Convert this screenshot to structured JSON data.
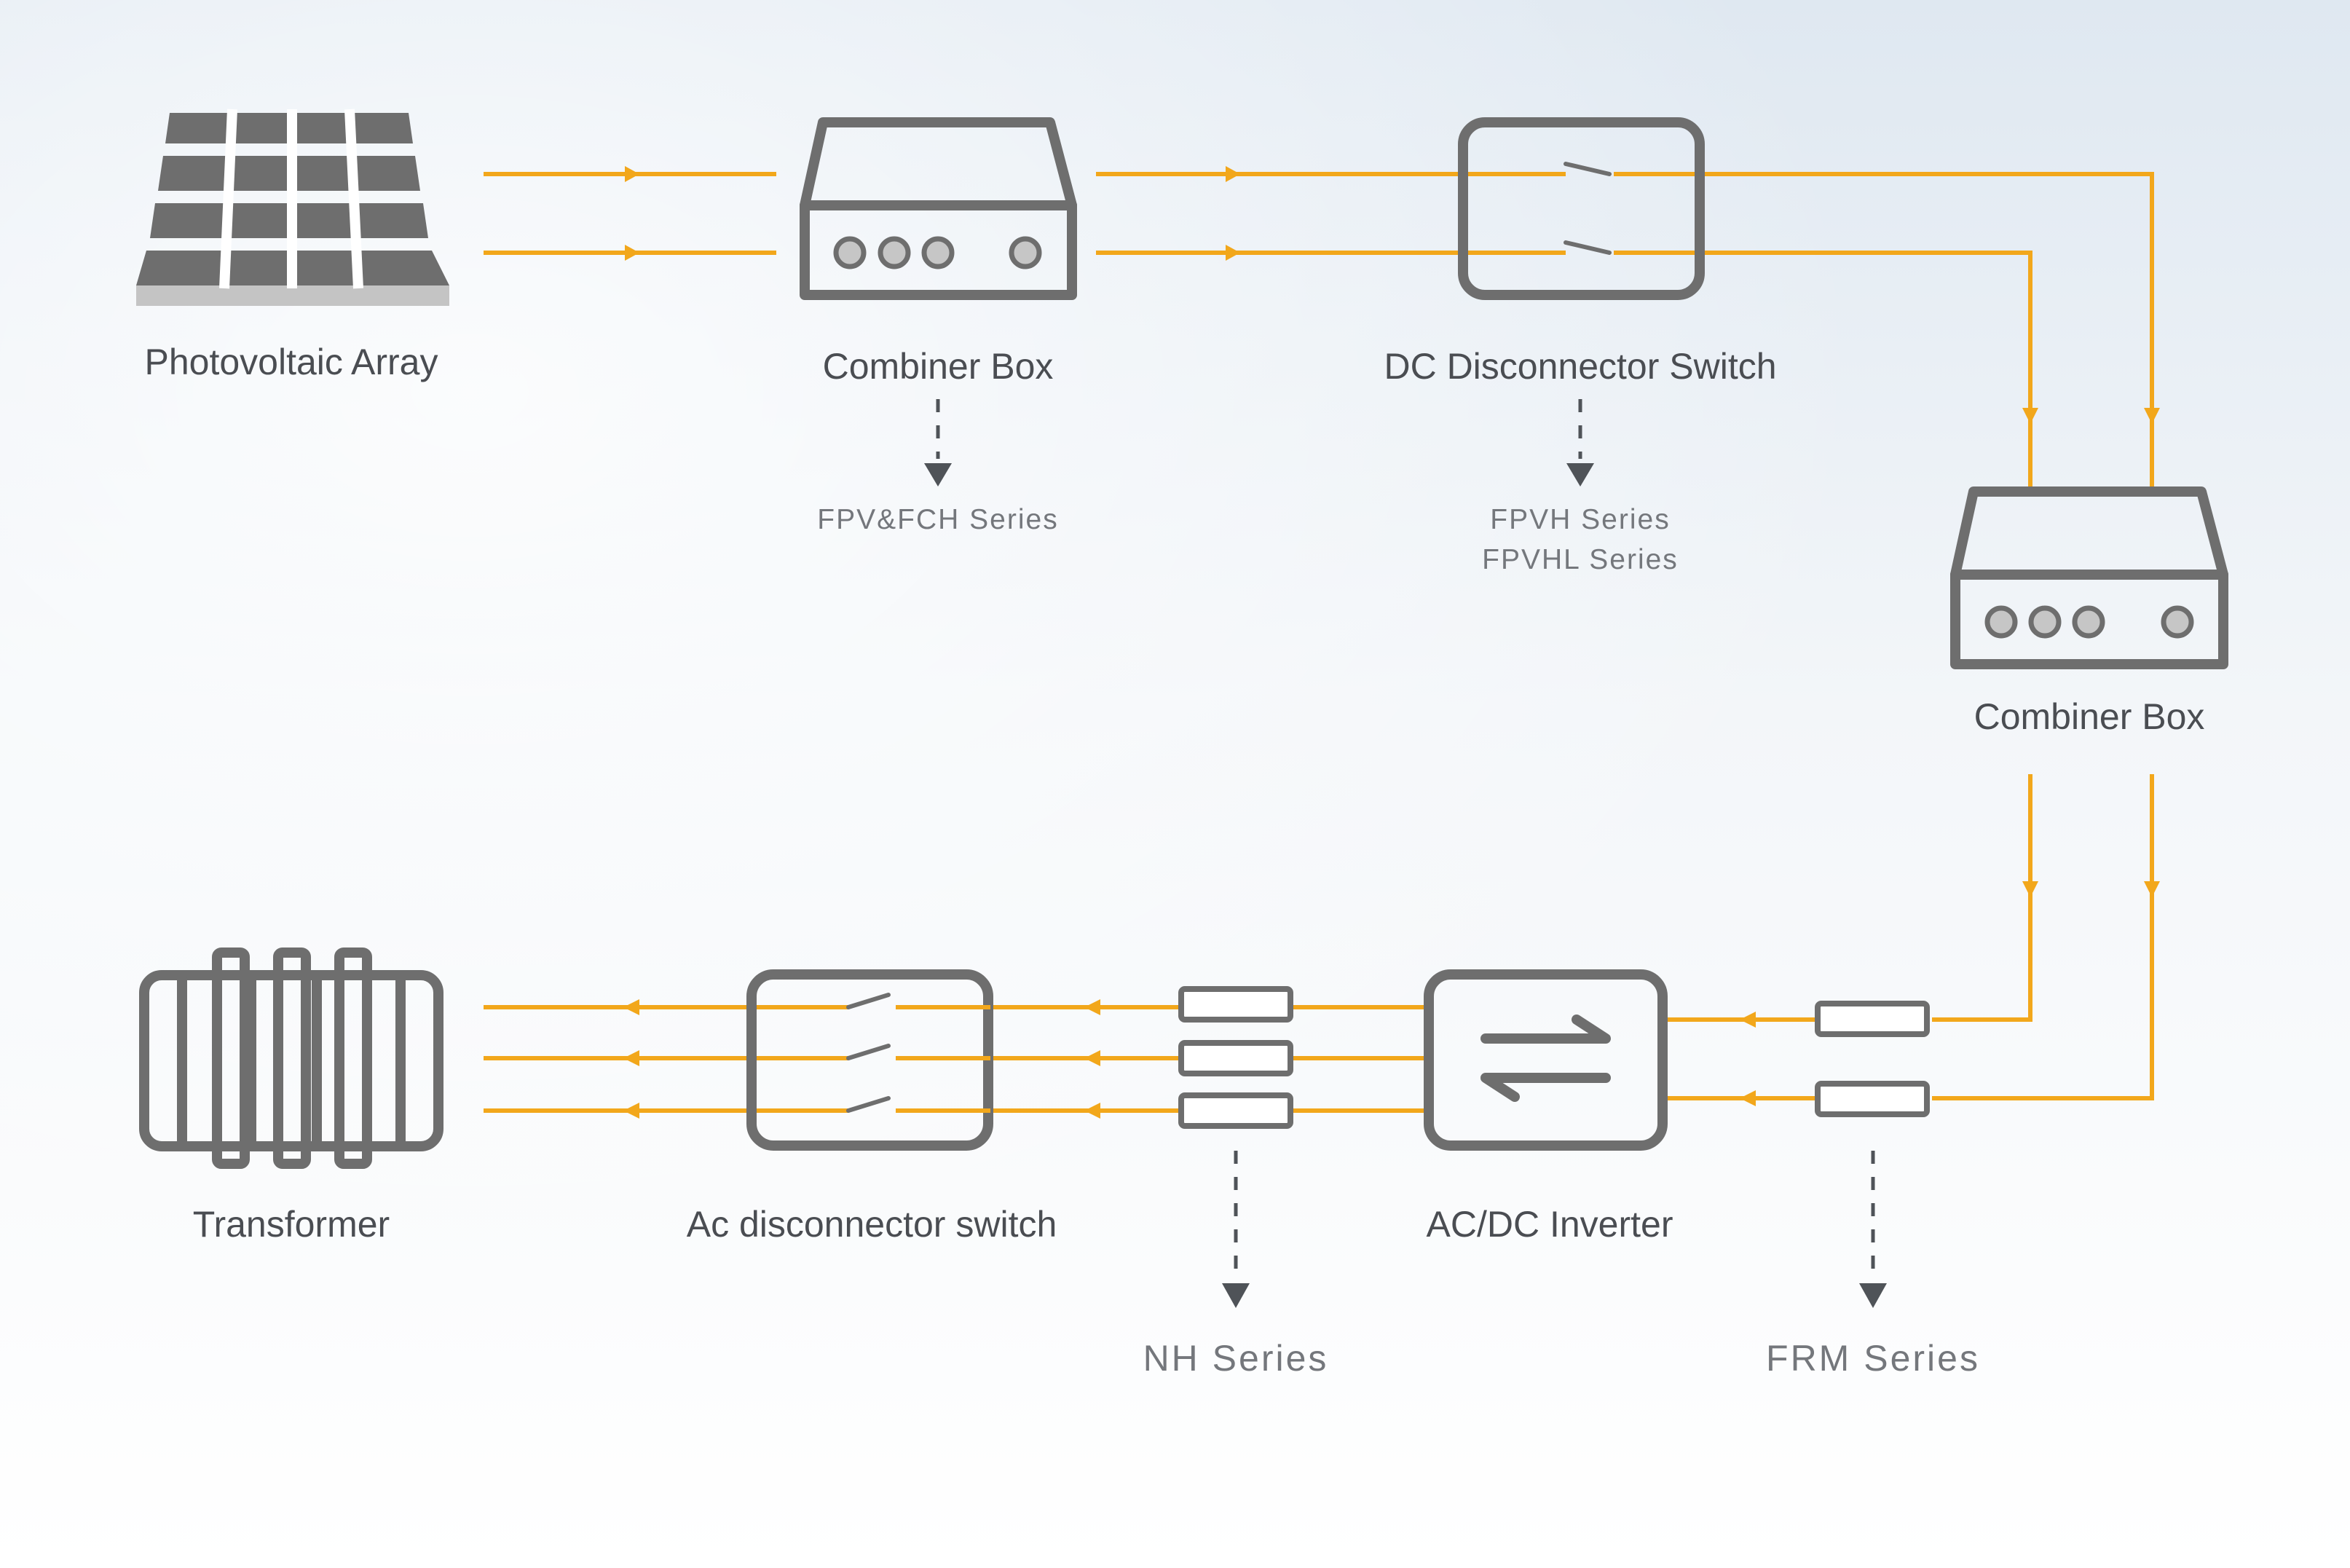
{
  "colors": {
    "wire": "#F2A71B",
    "icon": "#6e6e6e",
    "label_text": "#4a4d52",
    "series_text": "#74777c",
    "background_top": "#dfe8f1",
    "background_bottom": "#ffffff"
  },
  "nodes": {
    "photovoltaic_array": {
      "label": "Photovoltaic Array",
      "icon": "solar-panel-icon"
    },
    "combiner_box_1": {
      "label": "Combiner Box",
      "icon": "combiner-box-icon",
      "series": [
        "FPV&FCH Series"
      ]
    },
    "dc_disconnector": {
      "label": "DC Disconnector Switch",
      "icon": "dc-switch-icon",
      "series": [
        "FPVH Series",
        "FPVHL Series"
      ]
    },
    "combiner_box_2": {
      "label": "Combiner Box",
      "icon": "combiner-box-icon"
    },
    "inverter": {
      "label": "AC/DC Inverter",
      "icon": "inverter-icon"
    },
    "ac_disconnector": {
      "label": "Ac disconnector switch",
      "icon": "ac-switch-icon"
    },
    "transformer": {
      "label": "Transformer",
      "icon": "transformer-icon"
    },
    "nh_fuses": {
      "series": "NH Series",
      "icon": "fuse-icon"
    },
    "frm_fuses": {
      "series": "FRM Series",
      "icon": "fuse-icon"
    }
  }
}
